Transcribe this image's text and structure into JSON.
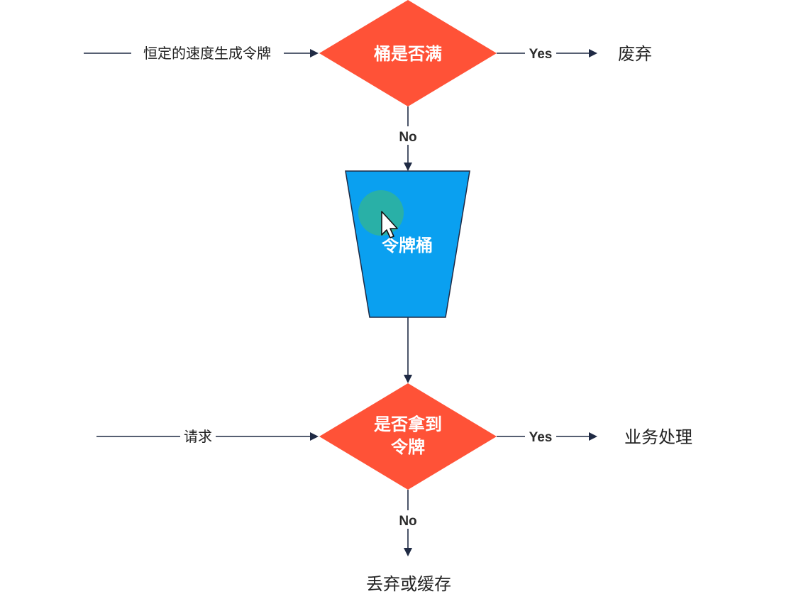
{
  "diagram": {
    "decision_full": {
      "label": "桶是否满"
    },
    "bucket": {
      "label": "令牌桶"
    },
    "decision_token": {
      "label_line1": "是否拿到",
      "label_line2": "令牌"
    },
    "input_tokens": {
      "label": "恒定的速度生成令牌"
    },
    "input_request": {
      "label": "请求"
    },
    "edge_full_yes": {
      "label": "Yes"
    },
    "edge_full_no": {
      "label": "No"
    },
    "edge_token_yes": {
      "label": "Yes"
    },
    "edge_token_no": {
      "label": "No"
    },
    "out_discard": {
      "label": "废弃"
    },
    "out_business": {
      "label": "业务处理"
    },
    "out_drop_or_cache": {
      "label": "丢弃或缓存"
    }
  },
  "colors": {
    "decision_fill": "#ff5237",
    "bucket_fill": "#0aa0f0",
    "bucket_stroke": "#1f2a44",
    "edge_color": "#1f2a44",
    "cursor_highlight": "#2fb39a"
  }
}
